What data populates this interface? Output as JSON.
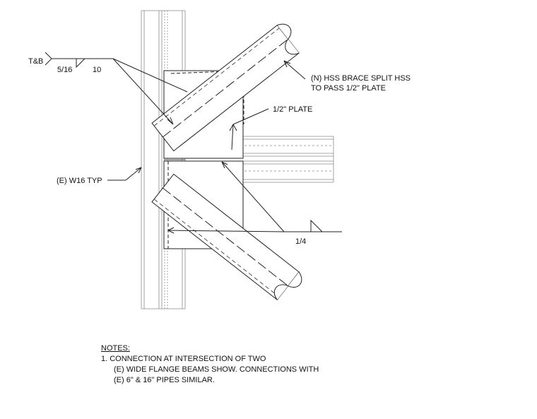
{
  "labels": {
    "tb": "T&B",
    "weld_top_size": "5/16",
    "weld_top_length": "10",
    "brace": "(N) HSS BRACE SPLIT HSS",
    "brace2": "TO PASS 1/2\" PLATE",
    "plate": "1/2\" PLATE",
    "w16": "(E) W16 TYP",
    "weld_bottom_size": "1/4"
  },
  "notes": {
    "header": "NOTES:",
    "line1": "1.   CONNECTION AT INTERSECTION OF TWO",
    "line2": "(E) WIDE FLANGE BEAMS SHOW. CONNECTIONS WITH",
    "line3": "(E) 6\" & 16\" PIPES SIMILAR."
  }
}
